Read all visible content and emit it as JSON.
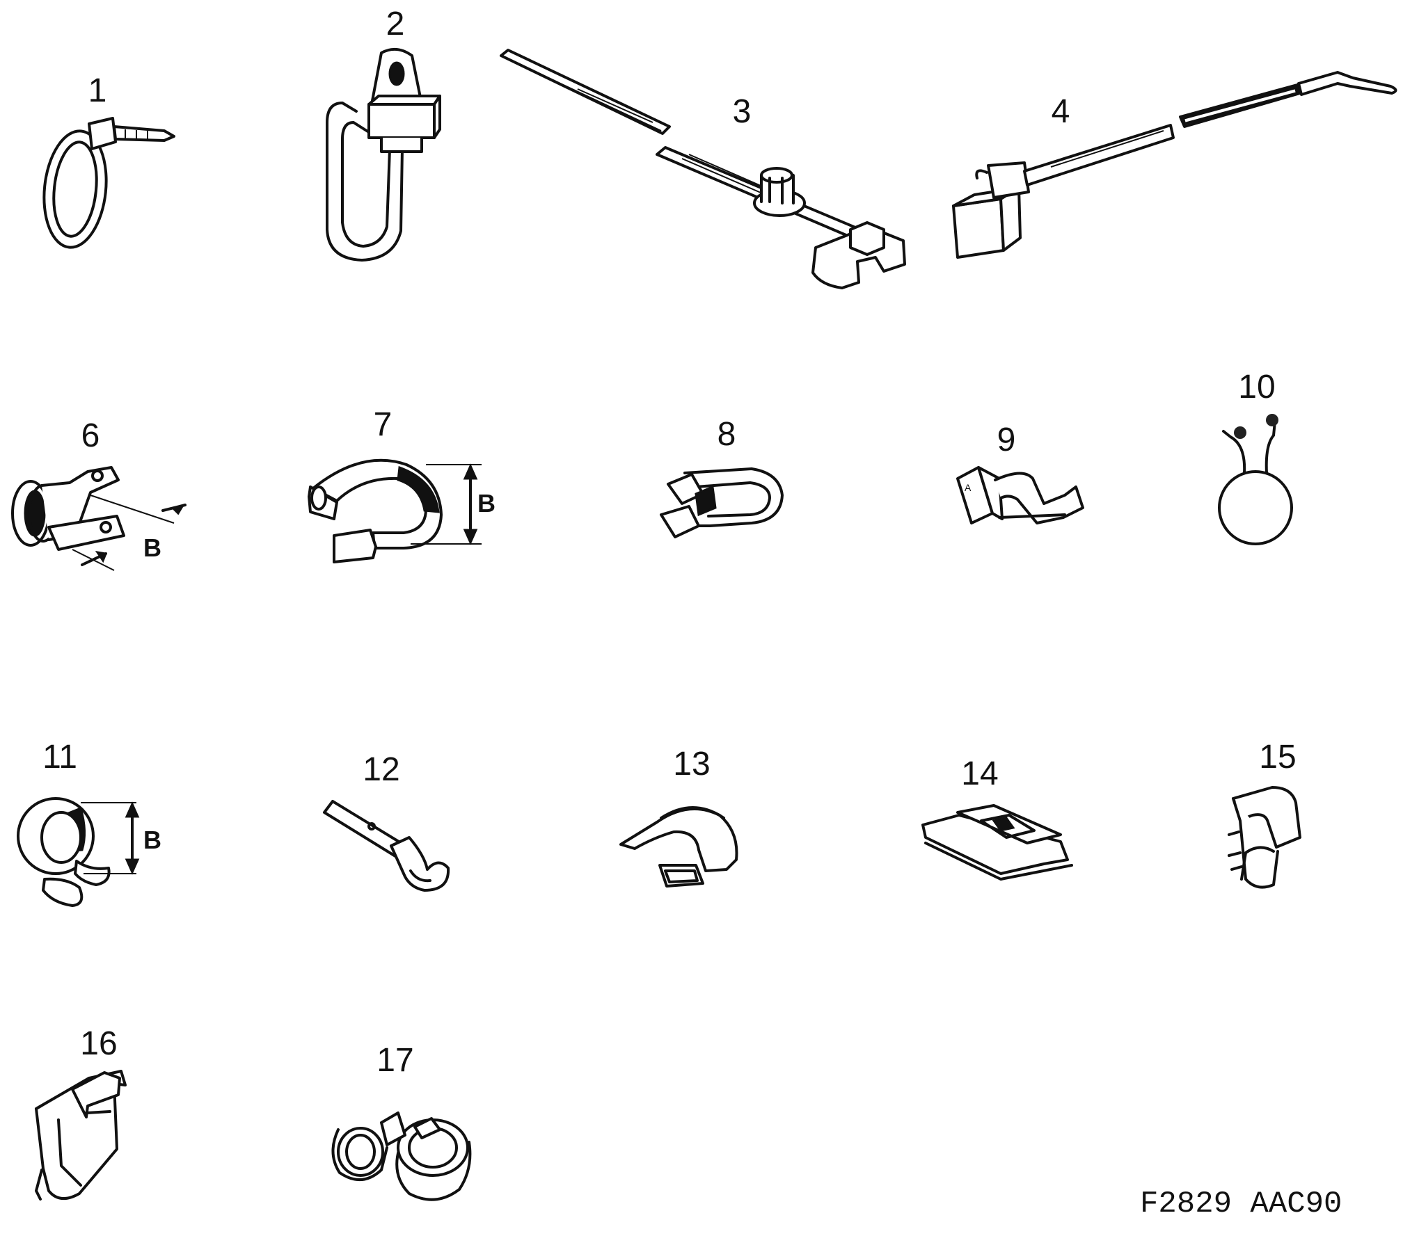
{
  "parts": [
    {
      "id": "part-1",
      "number": "1"
    },
    {
      "id": "part-2",
      "number": "2"
    },
    {
      "id": "part-3",
      "number": "3"
    },
    {
      "id": "part-4",
      "number": "4"
    },
    {
      "id": "part-6",
      "number": "6"
    },
    {
      "id": "part-7",
      "number": "7"
    },
    {
      "id": "part-8",
      "number": "8"
    },
    {
      "id": "part-9",
      "number": "9"
    },
    {
      "id": "part-10",
      "number": "10"
    },
    {
      "id": "part-11",
      "number": "11"
    },
    {
      "id": "part-12",
      "number": "12"
    },
    {
      "id": "part-13",
      "number": "13"
    },
    {
      "id": "part-14",
      "number": "14"
    },
    {
      "id": "part-15",
      "number": "15"
    },
    {
      "id": "part-16",
      "number": "16"
    },
    {
      "id": "part-17",
      "number": "17"
    }
  ],
  "dimension_label": "B",
  "drawing_code": "F2829 AAC90"
}
